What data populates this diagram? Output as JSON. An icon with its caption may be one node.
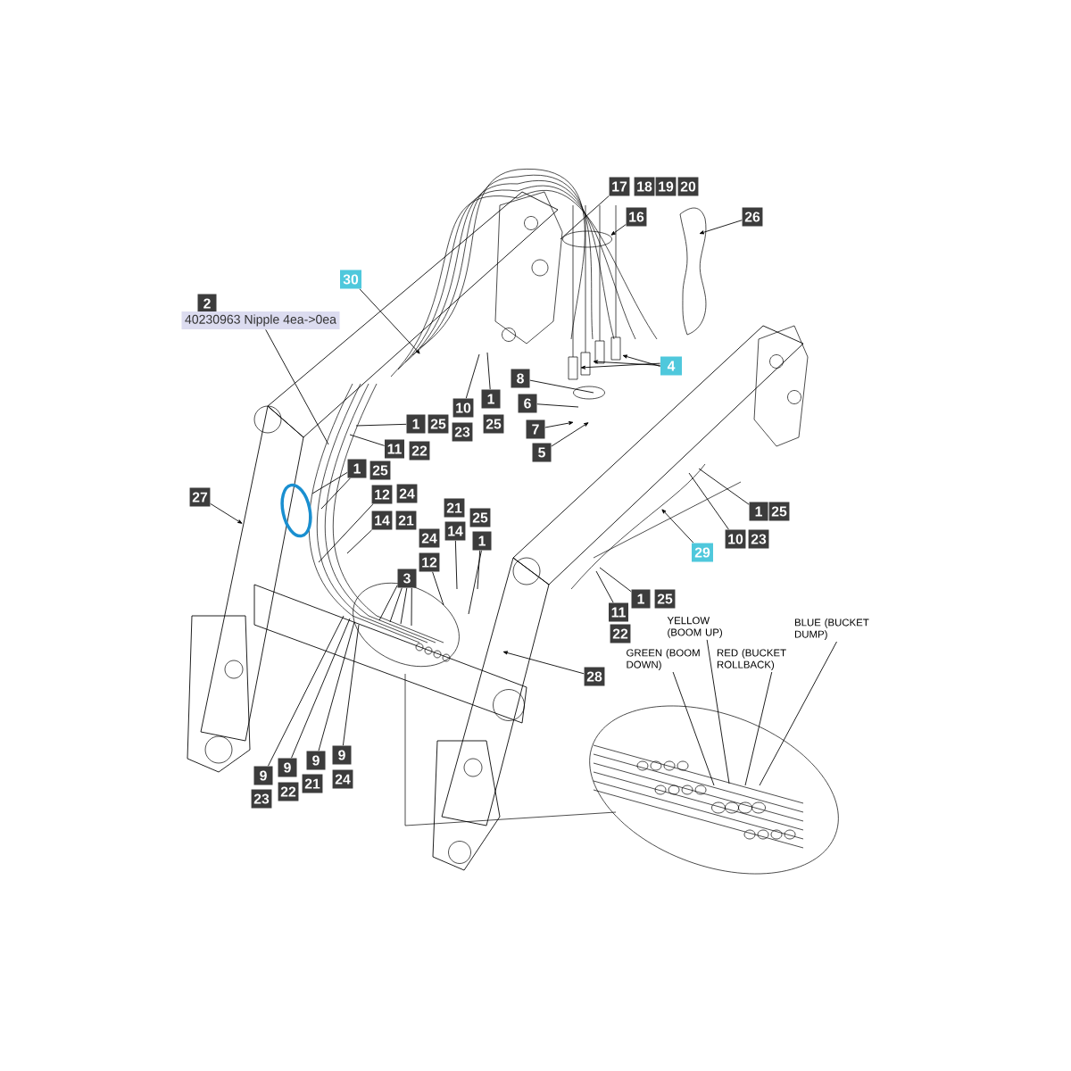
{
  "diagram": {
    "nodes": [
      {
        "text": [
          "17"
        ]
      },
      {
        "text": [
          "18"
        ]
      },
      {
        "text": [
          "19"
        ]
      },
      {
        "text": [
          "20"
        ]
      },
      {
        "text": [
          "16"
        ]
      },
      {
        "text": [
          "26"
        ]
      },
      {
        "text": [
          "30"
        ]
      },
      {
        "text": [
          "2"
        ]
      },
      {
        "text": [
          "40230963 Nipple 4ea->0ea"
        ]
      },
      {
        "text": [
          "4"
        ]
      },
      {
        "text": [
          "8"
        ]
      },
      {
        "text": [
          "1"
        ]
      },
      {
        "text": [
          "6"
        ]
      },
      {
        "text": [
          "10"
        ]
      },
      {
        "text": [
          "1"
        ]
      },
      {
        "text": [
          "25"
        ]
      },
      {
        "text": [
          "7"
        ]
      },
      {
        "text": [
          "23"
        ]
      },
      {
        "text": [
          "25"
        ]
      },
      {
        "text": [
          "11"
        ]
      },
      {
        "text": [
          "22"
        ]
      },
      {
        "text": [
          "5"
        ]
      },
      {
        "text": [
          "1"
        ]
      },
      {
        "text": [
          "25"
        ]
      },
      {
        "text": [
          "27"
        ]
      },
      {
        "text": [
          "12"
        ]
      },
      {
        "text": [
          "24"
        ]
      },
      {
        "text": [
          "21"
        ]
      },
      {
        "text": [
          "25"
        ]
      },
      {
        "text": [
          "14"
        ]
      },
      {
        "text": [
          "21"
        ]
      },
      {
        "text": [
          "14"
        ]
      },
      {
        "text": [
          "24"
        ]
      },
      {
        "text": [
          "1"
        ]
      },
      {
        "text": [
          "12"
        ]
      },
      {
        "text": [
          "3"
        ]
      },
      {
        "text": [
          "1"
        ]
      },
      {
        "text": [
          "25"
        ]
      },
      {
        "text": [
          "10"
        ]
      },
      {
        "text": [
          "23"
        ]
      },
      {
        "text": [
          "29"
        ]
      },
      {
        "text": [
          "1"
        ]
      },
      {
        "text": [
          "25"
        ]
      },
      {
        "text": [
          "11"
        ]
      },
      {
        "text": [
          "YELLOW (BOOM UP)"
        ]
      },
      {
        "text": [
          "BLUE (BUCKET DUMP)"
        ]
      },
      {
        "text": [
          "22"
        ]
      },
      {
        "text": [
          "GREEN (BOOM DOWN)"
        ]
      },
      {
        "text": [
          "RED (BUCKET ROLLBACK)"
        ]
      },
      {
        "text": [
          "28"
        ]
      },
      {
        "text": [
          "9"
        ]
      },
      {
        "text": [
          "9"
        ]
      },
      {
        "text": [
          "9"
        ]
      },
      {
        "text": [
          "9"
        ]
      },
      {
        "text": [
          "24"
        ]
      },
      {
        "text": [
          "21"
        ]
      },
      {
        "text": [
          "22"
        ]
      },
      {
        "text": [
          "23"
        ]
      }
    ],
    "edges": [
      {
        "from": 0,
        "to": null,
        "arrow": "none"
      },
      {
        "from": 4,
        "to": null,
        "arrow": "to"
      },
      {
        "from": 5,
        "to": null,
        "arrow": "to"
      },
      {
        "from": 6,
        "to": null,
        "arrow": "to"
      },
      {
        "from": 8,
        "to": null,
        "arrow": "none"
      },
      {
        "from": 9,
        "to": null,
        "arrow": "to"
      },
      {
        "from": 9,
        "to": null,
        "arrow": "to"
      },
      {
        "from": 9,
        "to": null,
        "arrow": "to"
      },
      {
        "from": 10,
        "to": null,
        "arrow": "none"
      },
      {
        "from": 12,
        "to": null,
        "arrow": "none"
      },
      {
        "from": 16,
        "to": null,
        "arrow": "to"
      },
      {
        "from": 21,
        "to": null,
        "arrow": "to"
      },
      {
        "from": 13,
        "to": null,
        "arrow": "none"
      },
      {
        "from": 11,
        "to": null,
        "arrow": "none"
      },
      {
        "from": 14,
        "to": null,
        "arrow": "none"
      },
      {
        "from": 19,
        "to": null,
        "arrow": "none"
      },
      {
        "from": 22,
        "to": null,
        "arrow": "none"
      },
      {
        "from": 22,
        "to": null,
        "arrow": "none"
      },
      {
        "from": 24,
        "to": null,
        "arrow": "to"
      },
      {
        "from": 25,
        "to": null,
        "arrow": "none"
      },
      {
        "from": 29,
        "to": null,
        "arrow": "none"
      },
      {
        "from": 31,
        "to": null,
        "arrow": "none"
      },
      {
        "from": 33,
        "to": null,
        "arrow": "none"
      },
      {
        "from": 33,
        "to": null,
        "arrow": "none"
      },
      {
        "from": 34,
        "to": null,
        "arrow": "none"
      },
      {
        "from": 35,
        "to": null,
        "arrow": "none"
      },
      {
        "from": 35,
        "to": null,
        "arrow": "none"
      },
      {
        "from": 35,
        "to": null,
        "arrow": "none"
      },
      {
        "from": 35,
        "to": null,
        "arrow": "none"
      },
      {
        "from": 53,
        "to": null,
        "arrow": "none"
      },
      {
        "from": 52,
        "to": null,
        "arrow": "none"
      },
      {
        "from": 51,
        "to": null,
        "arrow": "none"
      },
      {
        "from": 50,
        "to": null,
        "arrow": "none"
      },
      {
        "from": 36,
        "to": null,
        "arrow": "none"
      },
      {
        "from": 38,
        "to": null,
        "arrow": "none"
      },
      {
        "from": 40,
        "to": null,
        "arrow": "to"
      },
      {
        "from": 41,
        "to": null,
        "arrow": "none"
      },
      {
        "from": 43,
        "to": null,
        "arrow": "none"
      },
      {
        "from": 49,
        "to": null,
        "arrow": "to"
      },
      {
        "from": 47,
        "to": null,
        "arrow": "none"
      },
      {
        "from": 44,
        "to": null,
        "arrow": "none"
      },
      {
        "from": 48,
        "to": null,
        "arrow": "none"
      },
      {
        "from": 45,
        "to": null,
        "arrow": "none"
      }
    ]
  }
}
